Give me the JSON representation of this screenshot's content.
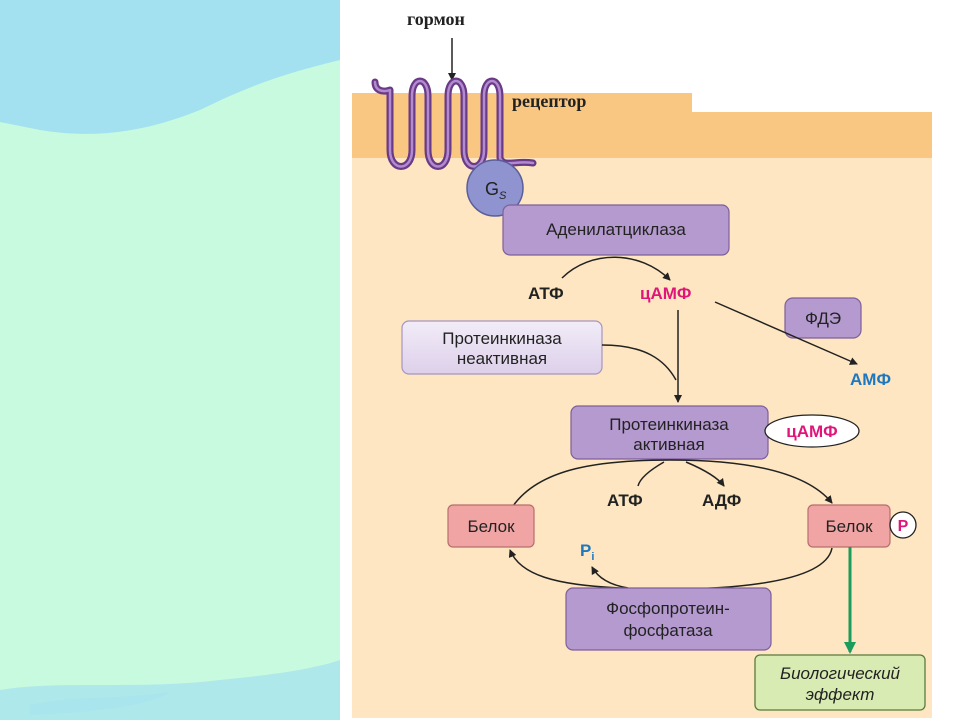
{
  "labels": {
    "hormone": "гормон",
    "receptor": "рецептор",
    "gs_main": "G",
    "gs_sub": "S",
    "adenylate_cyclase": "Аденилатциклаза",
    "atp_top": "АТФ",
    "camp_top": "цАМФ",
    "pde": "ФДЭ",
    "amp": "АМФ",
    "pk_inactive_line1": "Протеинкиназа",
    "pk_inactive_line2": "неактивная",
    "pk_active_line1": "Протеинкиназа",
    "pk_active_line2": "активная",
    "camp_bound": "цАМФ",
    "atp_cycle": "АТФ",
    "adp_cycle": "АДФ",
    "protein_left": "Белок",
    "protein_right": "Белок",
    "phosphate": "P",
    "pi_main": "P",
    "pi_sub": "i",
    "phosphatase_line1": "Фосфопротеин-",
    "phosphatase_line2": "фосфатаза",
    "effect_line1": "Биологический",
    "effect_line2": "эффект"
  },
  "colors": {
    "slide_bg": "#c8fae0",
    "slide_streak": "#9cdcf2",
    "membrane": "#f9c781",
    "cytoplasm": "#fde6c1",
    "receptor_stroke": "#6a3a86",
    "receptor_light": "#b28ad0",
    "gs_fill": "#8f93cf",
    "enzyme_fill": "#b49ace",
    "enzyme_light": "#e7dcf0",
    "protein_fill": "#f0a4a4",
    "effect_fill": "#d8ebb2",
    "camp_text": "#e0157a",
    "amp_text": "#1e78c0",
    "arrow": "#222222",
    "effect_arrow": "#1a9c5c"
  },
  "icons": [
    "receptor-coil-icon",
    "gs-protein-icon",
    "phosphate-icon"
  ]
}
